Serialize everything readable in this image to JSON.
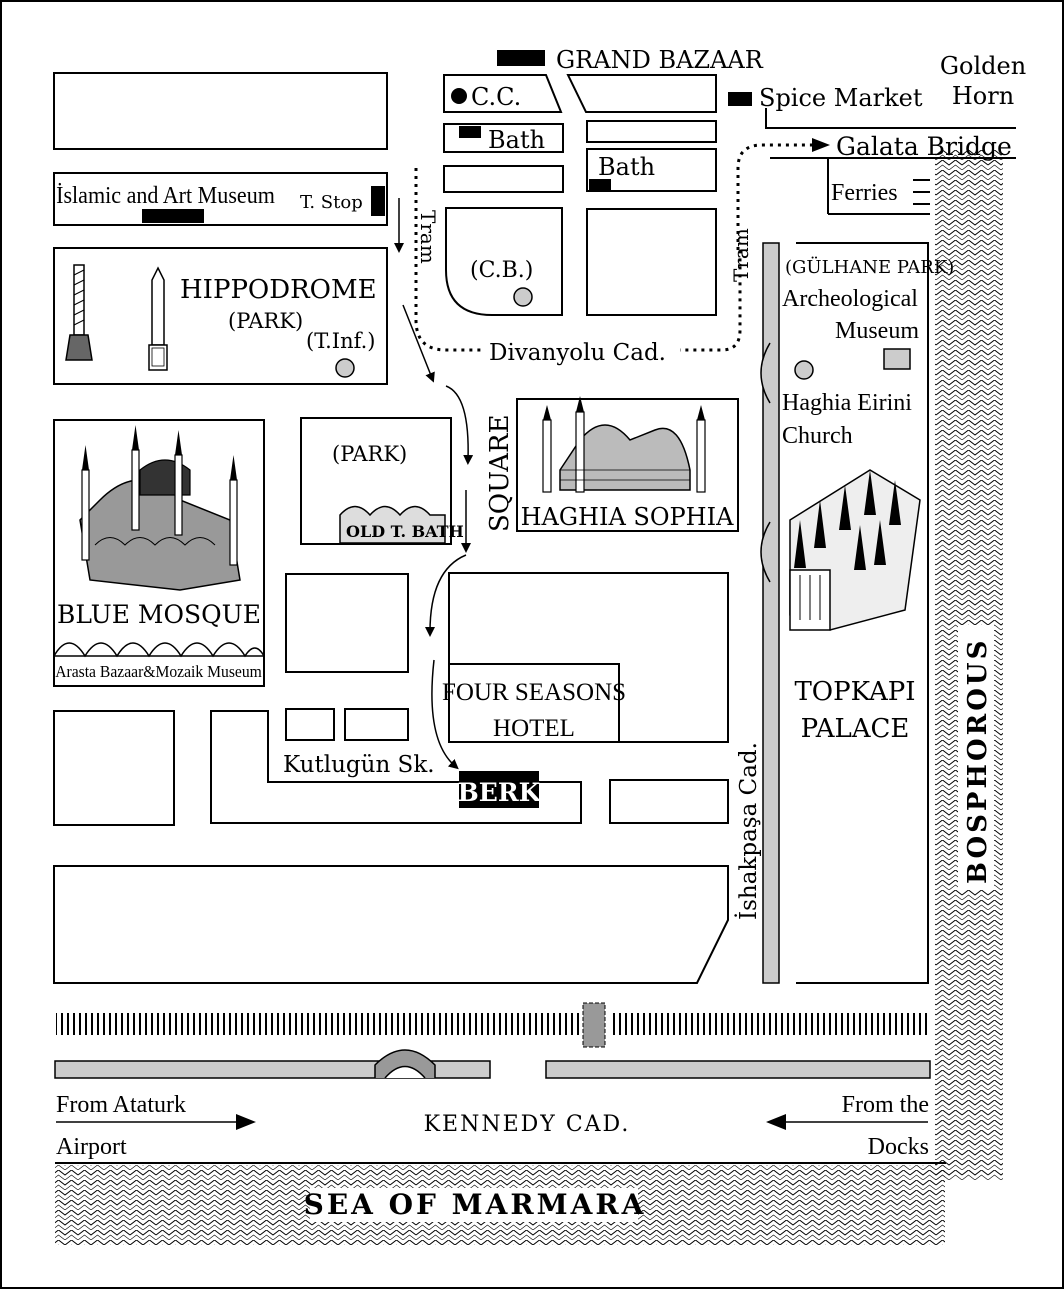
{
  "labels": {
    "grand_bazaar": "GRAND BAZAAR",
    "golden_horn_1": "Golden",
    "golden_horn_2": "Horn",
    "cc": "C.C.",
    "spice_market": "Spice Market",
    "bath_1": "Bath",
    "bath_2": "Bath",
    "galata_bridge": "Galata Bridge",
    "ferries": "Ferries",
    "islamic_museum": "İslamic and Art Museum",
    "tram_stop": "T. Stop",
    "tram_left": "Tram",
    "tram_right": "Tram",
    "cb": "(C.B.)",
    "hippodrome": "HIPPODROME",
    "hippodrome_park": "(PARK)",
    "tourist_info": "(T.Inf.)",
    "divanyolu": "Divanyolu Cad.",
    "gulhane": "(GÜLHANE PARK)",
    "archeological_1": "Archeological",
    "archeological_2": "Museum",
    "eirini_1": "Haghia Eirini",
    "eirini_2": "Church",
    "park": "(PARK)",
    "old_bath": "OLD T. BATH",
    "square": "SQUARE",
    "haghia_sophia": "HAGHIA SOPHIA",
    "blue_mosque": "BLUE MOSQUE",
    "arasta": "Arasta Bazaar&Mozaik Museum",
    "four_seasons_1": "FOUR SEASONS",
    "four_seasons_2": "HOTEL",
    "topkapi_1": "TOPKAPI",
    "topkapi_2": "PALACE",
    "ishakpasa": "İshakpaşa Cad.",
    "kutlugun": "Kutlugün Sk.",
    "berk": "BERK",
    "bosphorous": "BOSPHOROUS",
    "from_ataturk": "From Ataturk",
    "airport": "Airport",
    "kennedy": "KENNEDY CAD.",
    "from_the": "From the",
    "docks": "Docks",
    "sea": "SEA OF MARMARA"
  },
  "colors": {
    "ink": "#000000",
    "paper": "#ffffff",
    "grey_marker": "#cccccc",
    "grey_bar": "#999999"
  }
}
